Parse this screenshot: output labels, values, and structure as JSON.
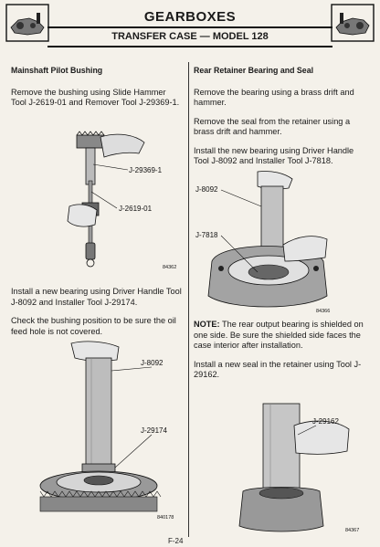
{
  "header": {
    "title": "GEARBOXES",
    "subtitle": "TRANSFER CASE — MODEL 128",
    "left_icon": "gearbox-icon",
    "right_icon": "gearbox-icon"
  },
  "left": {
    "heading": "Mainshaft Pilot Bushing",
    "p1": "Remove the bushing using Slide Hammer Tool J-2619-01 and Remover Tool J-29369-1.",
    "fig1": {
      "label_a": "J-29369-1",
      "label_b": "J-2619-01",
      "number": "84362"
    },
    "p2": "Install a new bearing using Driver Handle Tool J-8092 and Installer Tool J-29174.",
    "p3": "Check the bushing position to be sure the oil feed hole is not covered.",
    "fig2": {
      "label_a": "J-8092",
      "label_b": "J-29174",
      "number": "840178"
    }
  },
  "right": {
    "heading": "Rear Retainer Bearing and Seal",
    "p1": "Remove the bearing using a brass drift and hammer.",
    "p2": "Remove the seal from the retainer using a brass drift and hammer.",
    "p3": "Install the new bearing using Driver Handle Tool J-8092 and Installer Tool J-7818.",
    "fig3": {
      "label_a": "J-8092",
      "label_b": "J-7818",
      "number": "84366"
    },
    "note_label": "NOTE:",
    "note": "The rear output bearing is shielded on one side. Be sure the shielded side faces the case interior after installation.",
    "p4": "Install a new seal in the retainer using Tool J-29162.",
    "fig4": {
      "label_a": "J-29162",
      "number": "84367"
    }
  },
  "page_number": "F-24"
}
